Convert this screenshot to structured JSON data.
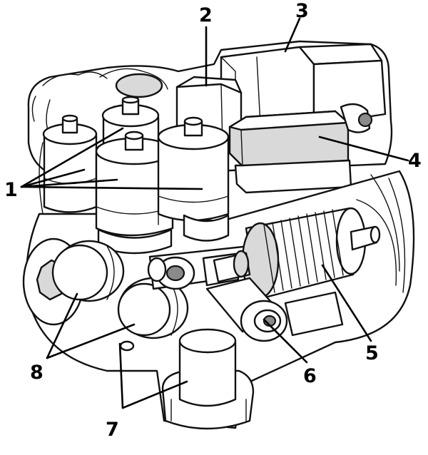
{
  "labels": {
    "l1": "1",
    "l2": "2",
    "l3": "3",
    "l4": "4",
    "l5": "5",
    "l6": "6",
    "l7": "7",
    "l8": "8"
  },
  "colors": {
    "ink": "#111111",
    "paper": "#ffffff",
    "shade": "#d9d9d9"
  }
}
